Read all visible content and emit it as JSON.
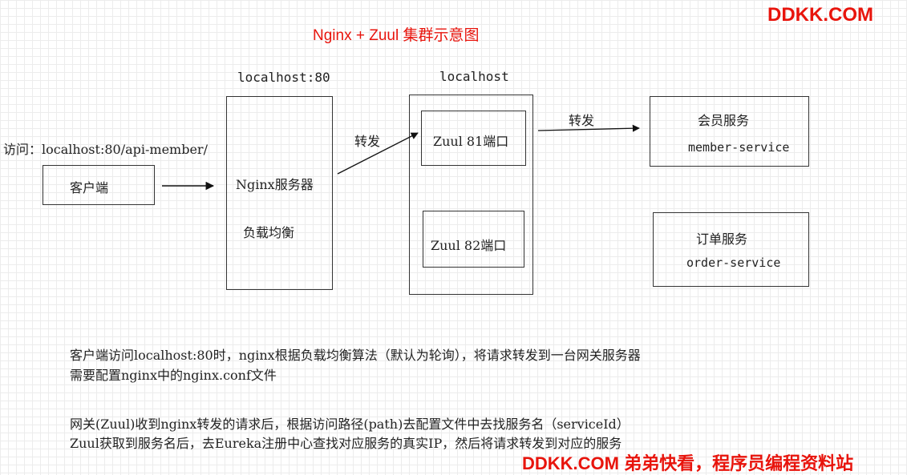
{
  "diagram": {
    "title": "Nginx + Zuul 集群示意图",
    "brand_top": "DDKK.COM",
    "brand_bottom": "DDKK.COM 弟弟快看，程序员编程资料站",
    "access_label": "访问：localhost:80/api-member/",
    "client_label": "客户端",
    "nginx_host": "localhost:80",
    "nginx_label": "Nginx服务器",
    "nginx_sublabel": "负载均衡",
    "zuul_host": "localhost",
    "zuul1_label": "Zuul 81端口",
    "zuul2_label": "Zuul 82端口",
    "forward_label_1": "转发",
    "forward_label_2": "转发",
    "member_label": "会员服务",
    "member_service": "member-service",
    "order_label": "订单服务",
    "order_service": "order-service",
    "note1_line1": "客户端访问localhost:80时，nginx根据负载均衡算法（默认为轮询），将请求转发到一台网关服务器",
    "note1_line2": "需要配置nginx中的nginx.conf文件",
    "note2_line1": "网关(Zuul)收到nginx转发的请求后，根据访问路径(path)去配置文件中去找服务名（serviceId）",
    "note2_line2": "Zuul获取到服务名后，去Eureka注册中心查找对应服务的真实IP，然后将请求转发到对应的服务"
  }
}
